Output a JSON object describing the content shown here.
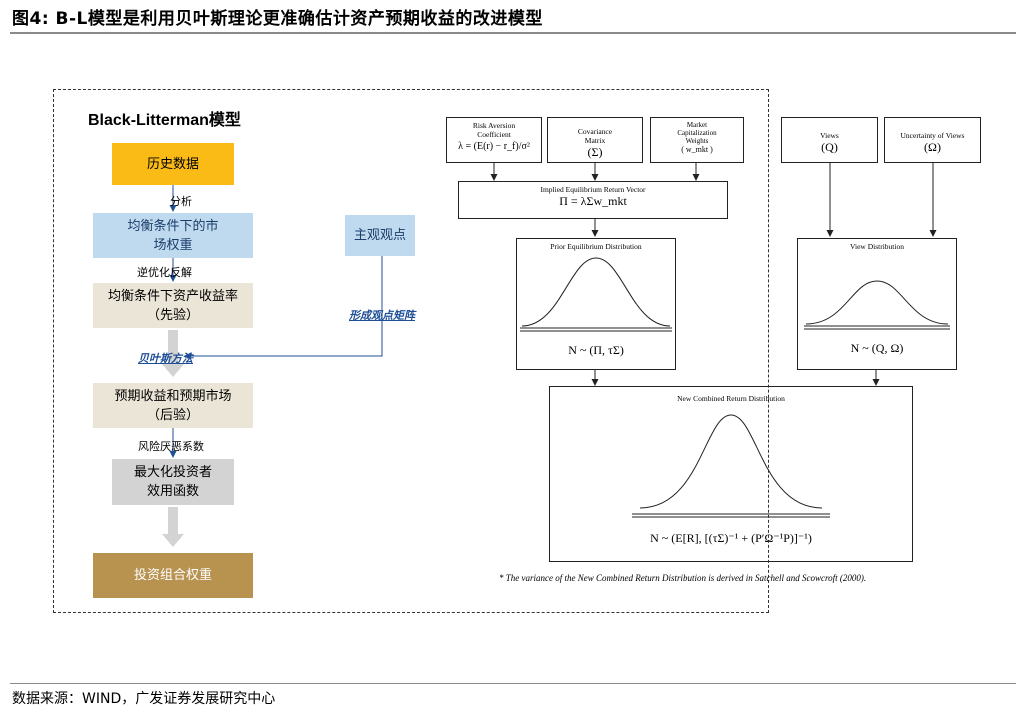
{
  "header": {
    "title": "图4:  B-L模型是利用贝叶斯理论更准确估计资产预期收益的改进模型"
  },
  "footer": {
    "source": "数据来源：WIND，广发证券发展研究中心"
  },
  "left_panel": {
    "title": "Black-Litterman模型",
    "boxes": {
      "historical": "历史数据",
      "equilibrium": "均衡条件下的市\n场权重",
      "prior": "均衡条件下资产收益率\n（先验）",
      "views": "主观观点",
      "posterior": "预期收益和预期市场\n（后验）",
      "maximize": "最大化投资者\n效用函数",
      "portfolio": "投资组合权重"
    },
    "edge_labels": {
      "analysis": "分析",
      "reverse_opt": "逆优化反解",
      "bayes": "贝叶斯方法",
      "view_matrix": "形成观点矩阵",
      "risk_aversion": "风险厌恶系数"
    }
  },
  "right_panel": {
    "inputs": [
      {
        "label": "Risk Aversion\nCoefficient",
        "formula": "λ = (E(r) − r_f)/σ²"
      },
      {
        "label": "Covariance\nMatrix",
        "formula": "(Σ)"
      },
      {
        "label": "Market\nCapitalization\nWeights",
        "formula": "( w_mkt )"
      },
      {
        "label": "Views",
        "formula": "(Q)"
      },
      {
        "label": "Uncertainty of Views",
        "formula": "(Ω)"
      }
    ],
    "implied": {
      "label": "Implied Equilibrium Return Vector",
      "formula": "Π = λΣw_mkt"
    },
    "prior_dist": {
      "label": "Prior Equilibrium Distribution",
      "formula": "N ~ (Π, τΣ)"
    },
    "view_dist": {
      "label": "View Distribution",
      "formula": "N ~ (Q, Ω)"
    },
    "combined": {
      "label": "New Combined Return Distribution",
      "formula": "N ~ (E[R], [(τΣ)⁻¹ + (P′Ω⁻¹P)]⁻¹)"
    },
    "footnote": "* The variance of the New Combined Return Distribution is derived in Satchell and Scowcroft (2000)."
  },
  "colors": {
    "history": "#fbbb16",
    "blue_box": "#bfd9ee",
    "beige_box": "#ebe5d7",
    "gray_box": "#d3d3d3",
    "gold_box": "#b8924f",
    "link_blue": "#1e4f96"
  }
}
